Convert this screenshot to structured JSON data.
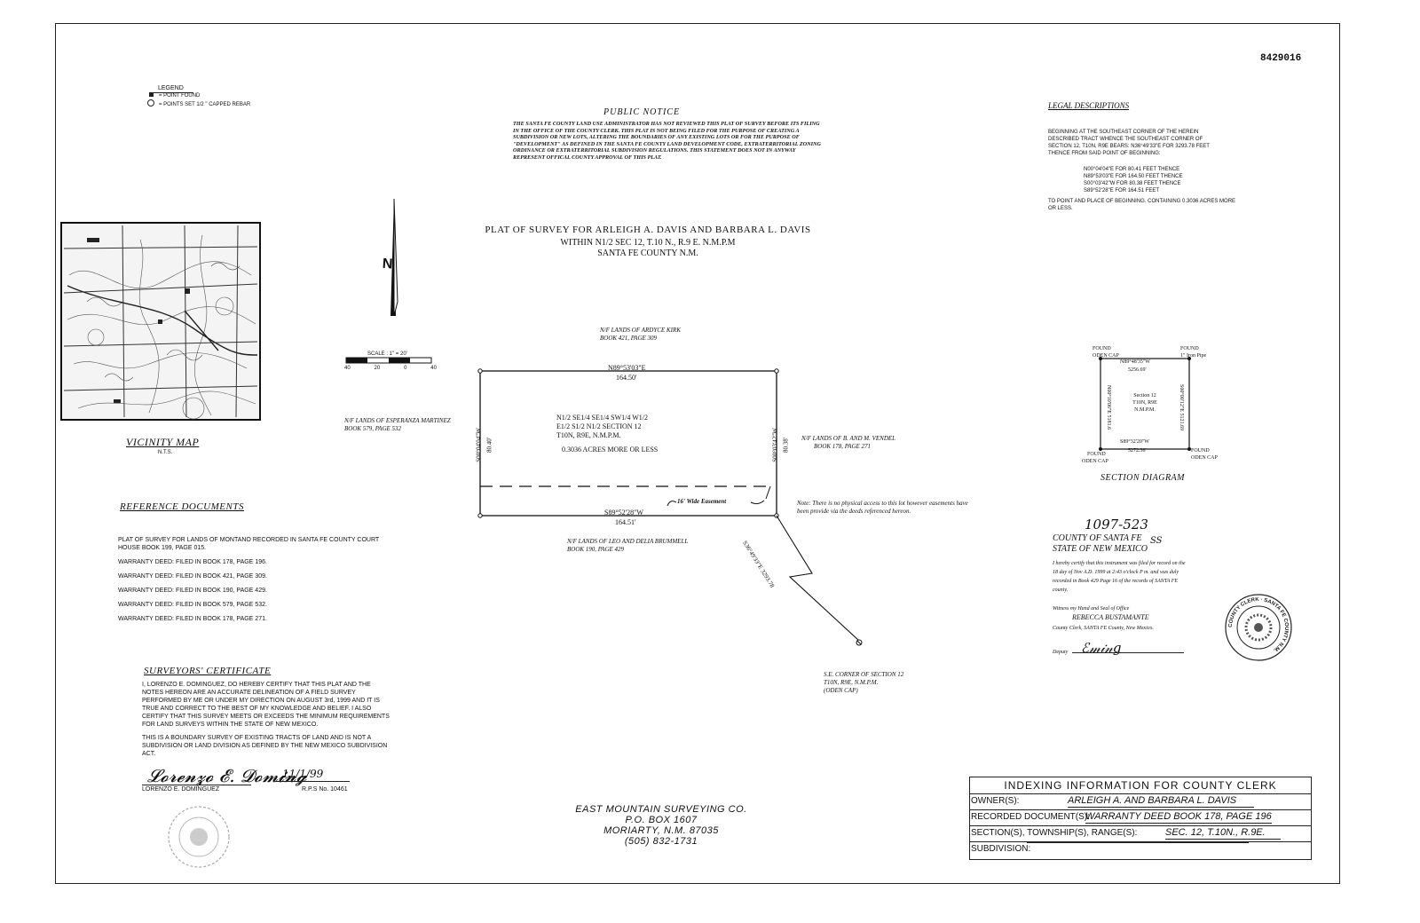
{
  "doc_number": "8429016",
  "legend": {
    "title": "LEGEND",
    "items": [
      "= POINT FOUND",
      "= POINTS SET 1/2 \" CAPPED REBAR"
    ]
  },
  "public_notice": {
    "title": "PUBLIC NOTICE",
    "body": "THE SANTA FE COUNTY LAND USE ADMINISTRATOR HAS NOT REVIEWED THIS PLAT OF SURVEY BEFORE ITS FILING IN THE OFFICE OF THE COUNTY CLERK. THIS PLAT IS NOT BEING FILED FOR THE PURPOSE OF CREATING A SUBDIVISION OR NEW LOTS, ALTERING THE BOUNDARIES OF ANY EXISTING LOTS OR FOR THE PURPOSE OF \"DEVELOPMENT\" AS DEFINED IN THE SANTA FE COUNTY LAND DEVELOPMENT CODE, EXTRATERRITORIAL ZONING ORDINANCE OR EXTRATERRITORIAL SUBDIVISION REGULATIONS. THIS STATEMENT DOES NOT IN ANYWAY REPRESENT OFFICAL COUNTY APPROVAL OF THIS PLAT."
  },
  "plat_title": {
    "line1": "PLAT OF SURVEY FOR ARLEIGH A. DAVIS AND BARBARA L. DAVIS",
    "line2": "WITHIN N1/2 SEC 12, T.10 N., R.9 E. N.M.P.M",
    "line3": "SANTA FE COUNTY N.M."
  },
  "legal_descriptions": {
    "title": "LEGAL DESCRIPTIONS",
    "intro": "BEGINNING AT THE SOUTHEAST CORNER OF THE HEREIN DESCRIBED TRACT WHENCE THE SOUTHEAST CORNER OF SECTION 12, T10N, R9E BEARS: N36°49'33\"E FOR 3293.78 FEET THENCE FROM SAID POINT OF BEGINNING:",
    "calls": [
      "N00°04'04\"E FOR 80.41 FEET THENCE",
      "N89°53'03\"E FOR 164.50 FEET THENCE",
      "S00°03'42\"W FOR 80.38 FEET THENCE",
      "S89°52'28\"E FOR 164.51 FEET"
    ],
    "closing": "TO POINT AND PLACE OF BEGINNING. CONTAINING 0.3036 ACRES MORE OR LESS."
  },
  "vicinity_map": {
    "title": "VICINITY MAP",
    "note": "N.T.S."
  },
  "scale": {
    "label": "SCALE : 1\" = 20'",
    "ticks": [
      "40",
      "20",
      "0",
      "40"
    ]
  },
  "plat": {
    "north_neighbor": [
      "N/F LANDS OF ARDYCE KIRK",
      "BOOK 421, PAGE 309"
    ],
    "west_neighbor": [
      "N/F LANDS OF ESPERANZA MARTINEZ",
      "BOOK 579, PAGE 532"
    ],
    "east_neighbor": [
      "N/F LANDS OF B. AND M. VENDEL",
      "BOOK 178, PAGE 271"
    ],
    "south_neighbor": [
      "N/F LANDS OF LEO AND DELIA BRUMMELL",
      "BOOK 190, PAGE 429"
    ],
    "north_bearing": "N89°53'03\"E",
    "north_distance": "164.50'",
    "south_bearing": "S89°52'28\"W",
    "south_distance": "164.51'",
    "west_bearing": "S00°04'04\"W",
    "west_distance": "80.40'",
    "east_bearing": "S00°03'42\"W",
    "east_distance": "80.38'",
    "lot_desc": [
      "N1/2 SE1/4 SE1/4 SW1/4 W1/2",
      "E1/2 S1/2 N1/2 SECTION 12",
      "T10N, R9E, N.M.P.M."
    ],
    "acreage": "0.3036 ACRES MORE OR LESS",
    "easement": "16' Wide Easement",
    "tie_bearing": "S36°49'33\"E",
    "tie_distance": "3293.78",
    "note": "Note: There is no physical access to this lot however easements have been provide via the deeds referenced hereon.",
    "se_corner": [
      "S.E. CORNER OF SECTION 12",
      "T10N, R9E, N.M.P.M.",
      "(ODEN CAP)"
    ]
  },
  "section_diagram": {
    "title": "SECTION DIAGRAM",
    "nw_label": [
      "FOUND",
      "ODEN CAP"
    ],
    "ne_label": [
      "FOUND",
      "1\" Iron Pipe"
    ],
    "sw_label": [
      "FOUND",
      "ODEN CAP"
    ],
    "se_label": [
      "FOUND",
      "ODEN CAP"
    ],
    "north_bearing": "N89°48'35\"W",
    "north_distance": "5256.69'",
    "south_bearing": "S89°32'20\"W",
    "south_distance": "5272.36'",
    "west_side": "N00°10'06\"E 5181.6",
    "east_side": "S00°00'12\"E 5121.69",
    "center": [
      "Section 12",
      "T10N, R9E",
      "N.M.P.M."
    ]
  },
  "reference_documents": {
    "title": "REFERENCE DOCUMENTS",
    "items": [
      "PLAT OF SURVEY FOR LANDS OF MONTANO RECORDED IN SANTA FE COUNTY COURT HOUSE BOOK 199, PAGE 015.",
      "WARRANTY DEED: FILED IN BOOK 178, PAGE 196.",
      "WARRANTY DEED: FILED IN BOOK 421, PAGE 309.",
      "WARRANTY DEED: FILED IN BOOK 190, PAGE 429.",
      "WARRANTY DEED: FILED IN BOOK 579, PAGE 532.",
      "WARRANTY DEED: FILED IN BOOK 178, PAGE 271."
    ]
  },
  "recording": {
    "handwritten_number": "1097-523",
    "county": "COUNTY OF SANTA FE",
    "state": "STATE OF NEW MEXICO",
    "ss": "SS",
    "certify_text": "I hereby certify that this instrument was filed for record on the 18 day of Nov A.D. 1999 at 2:43 o'clock P m. and was duly recorded in Book 429 Page 16 of the records of SANTA FE county.",
    "witness": "Witness my Hand and Seal of Office",
    "clerk_name": "REBECCA BUSTAMANTE",
    "clerk_title": "County Clerk, SANTA FE County, New Mexico.",
    "deputy": "Deputy"
  },
  "surveyors_certificate": {
    "title": "SURVEYORS' CERTIFICATE",
    "para1": "I, LORENZO E. DOMINGUEZ, DO HEREBY CERTIFY THAT THIS PLAT AND THE NOTES HEREON ARE AN ACCURATE DELINEATION OF A FIELD SURVEY PERFORMED BY ME OR UNDER MY DIRECTION ON AUGUST 3rd, 1999 AND IT IS TRUE AND CORRECT TO THE BEST OF MY KNOWLEDGE AND BELIEF. I ALSO CERTIFY THAT THIS SURVEY MEETS OR EXCEEDS THE MINIMUM REQUIREMENTS FOR LAND SURVEYS WITHIN THE STATE OF NEW MEXICO.",
    "para2": "THIS IS A BOUNDARY SURVEY OF EXISTING TRACTS OF LAND AND IS NOT A SUBDIVISION OR LAND DIVISION AS DEFINED BY THE NEW MEXICO SUBDIVISION ACT.",
    "name": "LORENZO E. DOMINGUEZ",
    "date": "11/1/99",
    "rps": "R.P.S No. 10461"
  },
  "company": {
    "name": "EAST MOUNTAIN SURVEYING CO.",
    "box": "P.O. BOX 1607",
    "city": "MORIARTY, N.M. 87035",
    "phone": "(505) 832-1731"
  },
  "indexing": {
    "title": "INDEXING INFORMATION FOR COUNTY CLERK",
    "owner_label": "OWNER(S):",
    "owner_value": "ARLEIGH A. AND BARBARA L. DAVIS",
    "recorded_label": "RECORDED DOCUMENT(S):",
    "recorded_value": "WARRANTY DEED BOOK 178, PAGE 196",
    "section_label": "SECTION(S), TOWNSHIP(S), RANGE(S):",
    "section_value": "SEC. 12, T.10N., R.9E.",
    "subdivision_label": "SUBDIVISION:",
    "subdivision_value": ""
  },
  "seal_text": "COUNTY CLERK · SANTA FE COUNTY N.M."
}
